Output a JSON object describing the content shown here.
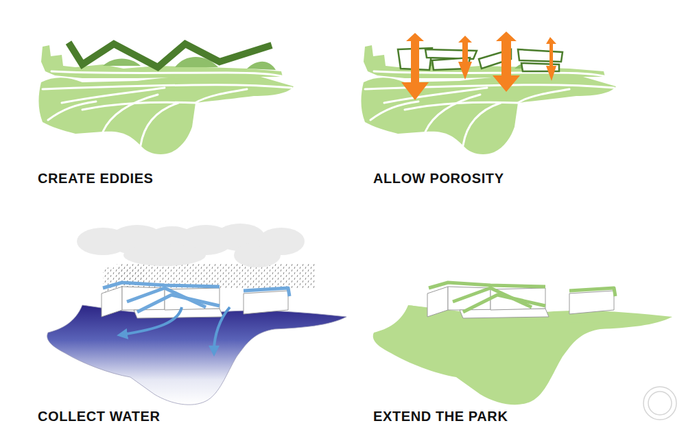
{
  "diagram": {
    "labels": [
      "CREATE EDDIES",
      "ALLOW POROSITY",
      "COLLECT WATER",
      "EXTEND THE PARK"
    ]
  }
}
